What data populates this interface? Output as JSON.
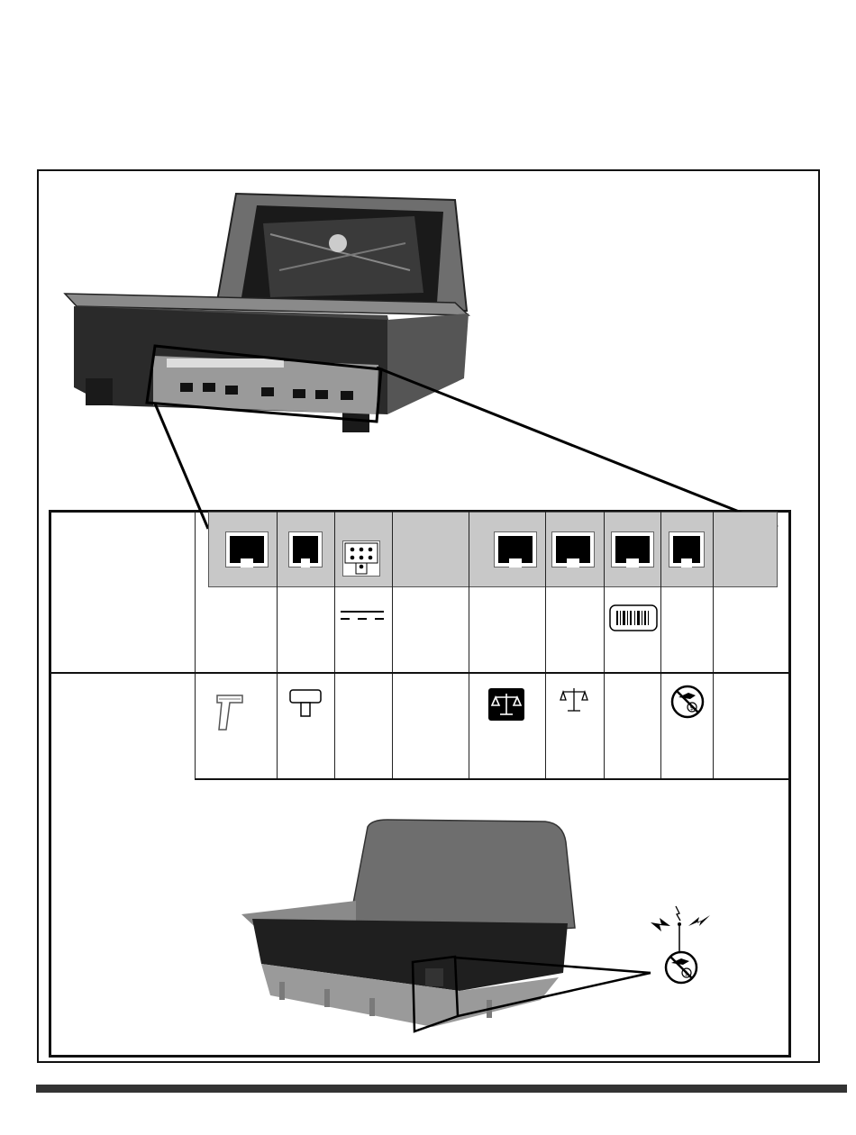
{
  "figure": {
    "connector_panel": {
      "columns": [
        {
          "id": "col-1",
          "port": "rj45-large"
        },
        {
          "id": "col-2",
          "port": "rj45-small"
        },
        {
          "id": "col-3",
          "port": "power-8pin"
        },
        {
          "id": "col-4",
          "port": "none"
        },
        {
          "id": "col-5",
          "port": "rj45-large"
        },
        {
          "id": "col-6",
          "port": "rj45-large"
        },
        {
          "id": "col-7",
          "port": "rj45-large"
        },
        {
          "id": "col-8",
          "port": "rj45-small"
        },
        {
          "id": "col-9",
          "port": "none"
        }
      ],
      "row1_icons": [
        {
          "column": 3,
          "icon": "dc-power-symbol-icon"
        },
        {
          "column": 7,
          "icon": "barcode-icon"
        }
      ],
      "row2_icons": [
        {
          "column": 1,
          "icon": "handheld-scanner-icon"
        },
        {
          "column": 2,
          "icon": "remote-display-icon"
        },
        {
          "column": 5,
          "icon": "scale-display-icon"
        },
        {
          "column": 6,
          "icon": "scale-balance-icon"
        },
        {
          "column": 8,
          "icon": "eas-prohibited-icon"
        }
      ]
    },
    "images": {
      "top_photo": "bi-optic-scanner-front-view",
      "bottom_photo": "bi-optic-scanner-rear-view",
      "callout_icon": "eas-antenna-icon"
    },
    "colors": {
      "strip": "#c8c8c8",
      "device_dark": "#2a2a2a",
      "device_mid": "#6e6e6e",
      "device_light": "#9a9a9a"
    }
  }
}
